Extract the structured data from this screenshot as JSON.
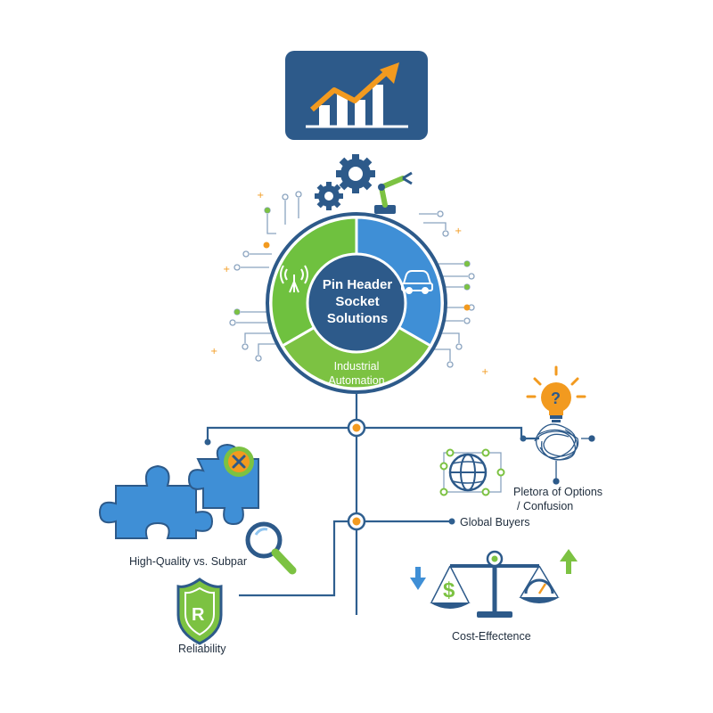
{
  "hub": {
    "title_line1": "Pin Header",
    "title_line2": "Socket",
    "title_line3": "Solutions",
    "segment_label_line1": "Industrial",
    "segment_label_line2": "Automation"
  },
  "nodes": {
    "high_quality": "High-Quality vs. Subpar",
    "reliability": "Reliability",
    "plethora_line1": "Pletora of Options",
    "plethora_line2": "/ Confusion",
    "global_buyers": "Global Buyers",
    "cost_effectence": "Cost-Effectence"
  },
  "icons": {
    "top": "growth-chart-icon",
    "gears": "gears-icon",
    "robot": "robot-arm-icon",
    "antenna": "antenna-icon",
    "car": "car-icon",
    "puzzle": "puzzle-icon",
    "reject": "x-badge-icon",
    "search": "magnifier-icon",
    "shield": "shield-icon",
    "bulb": "lightbulb-icon",
    "tangle": "tangled-lines-icon",
    "globe": "globe-icon",
    "scale": "balance-scale-icon"
  },
  "colors": {
    "navy": "#2d5a8a",
    "green": "#7cc242",
    "blue": "#3f8fd6",
    "orange": "#f29a1f",
    "line": "#2f5f8f"
  }
}
